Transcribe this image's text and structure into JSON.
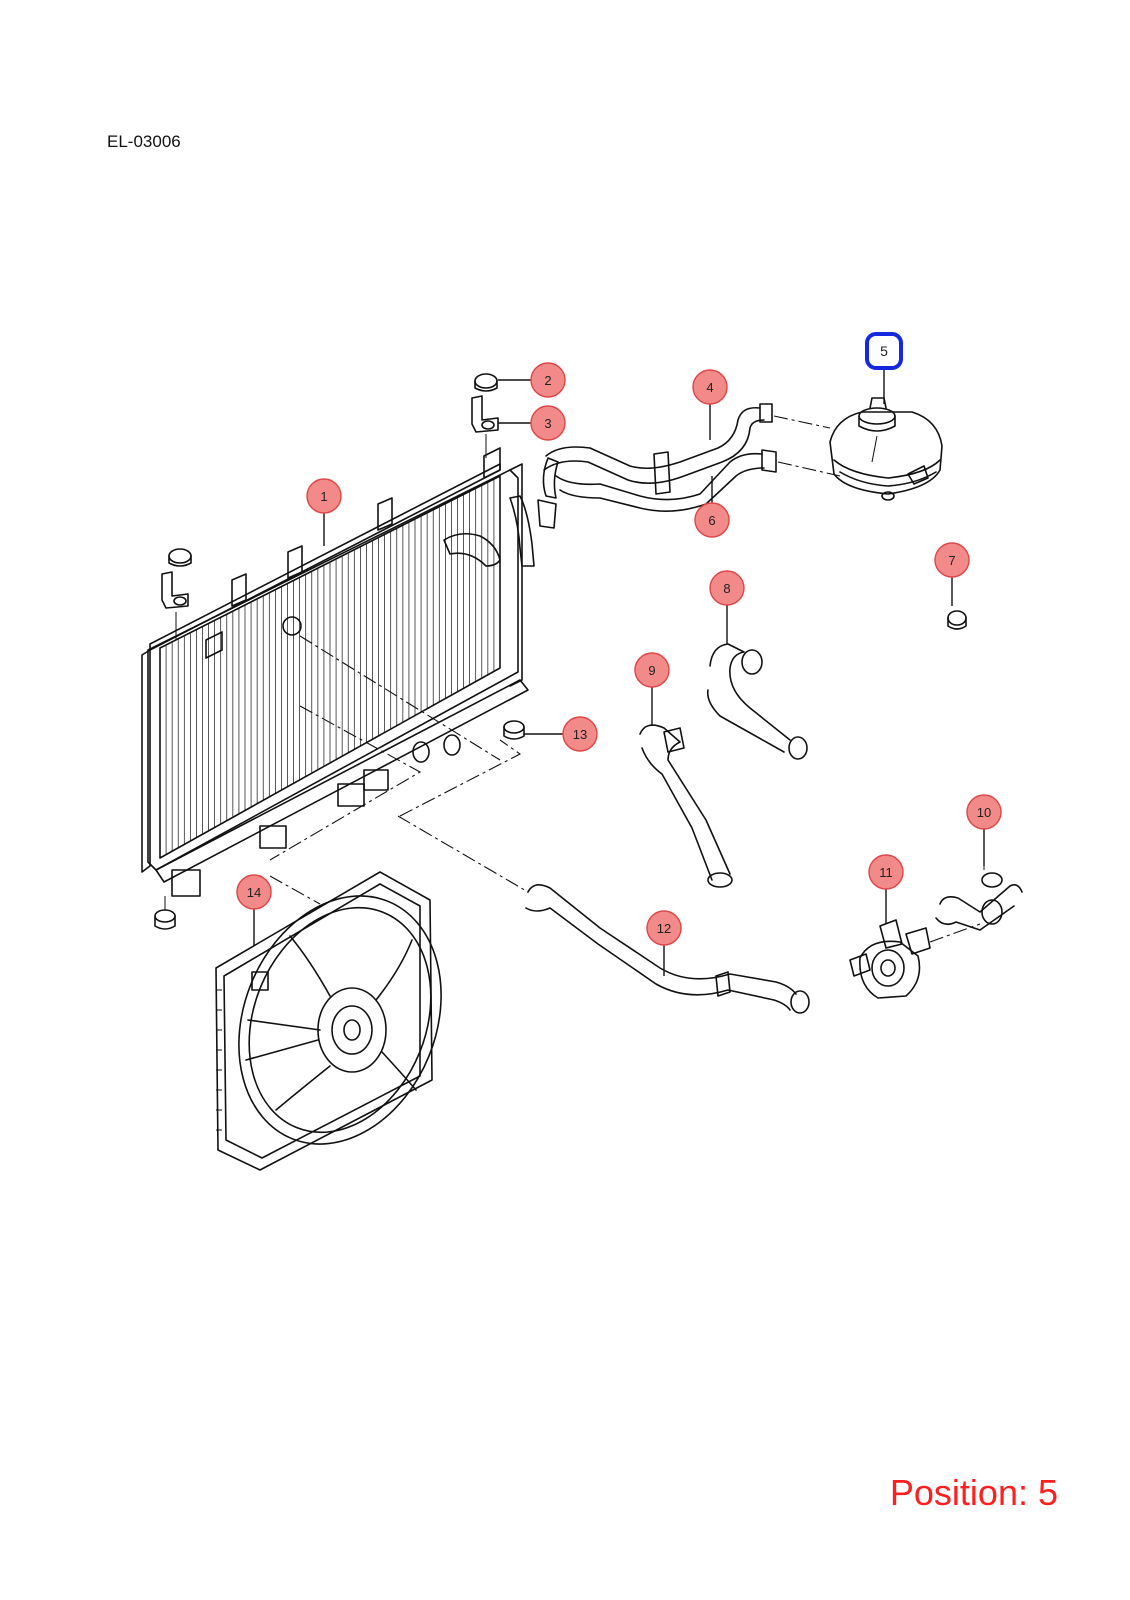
{
  "drawing_code": "EL-03006",
  "position_label": "Position: 5",
  "selected_callout": "5",
  "callouts": [
    {
      "id": "1",
      "label": "1"
    },
    {
      "id": "2",
      "label": "2"
    },
    {
      "id": "3",
      "label": "3"
    },
    {
      "id": "4",
      "label": "4"
    },
    {
      "id": "5",
      "label": "5"
    },
    {
      "id": "6",
      "label": "6"
    },
    {
      "id": "7",
      "label": "7"
    },
    {
      "id": "8",
      "label": "8"
    },
    {
      "id": "9",
      "label": "9"
    },
    {
      "id": "10",
      "label": "10"
    },
    {
      "id": "11",
      "label": "11"
    },
    {
      "id": "12",
      "label": "12"
    },
    {
      "id": "13",
      "label": "13"
    },
    {
      "id": "14",
      "label": "14"
    }
  ],
  "colors": {
    "callout_fill": "#f28a8a",
    "callout_stroke": "#e04444",
    "selected_outline": "#1428e0",
    "position_text": "#ff1f1f"
  }
}
